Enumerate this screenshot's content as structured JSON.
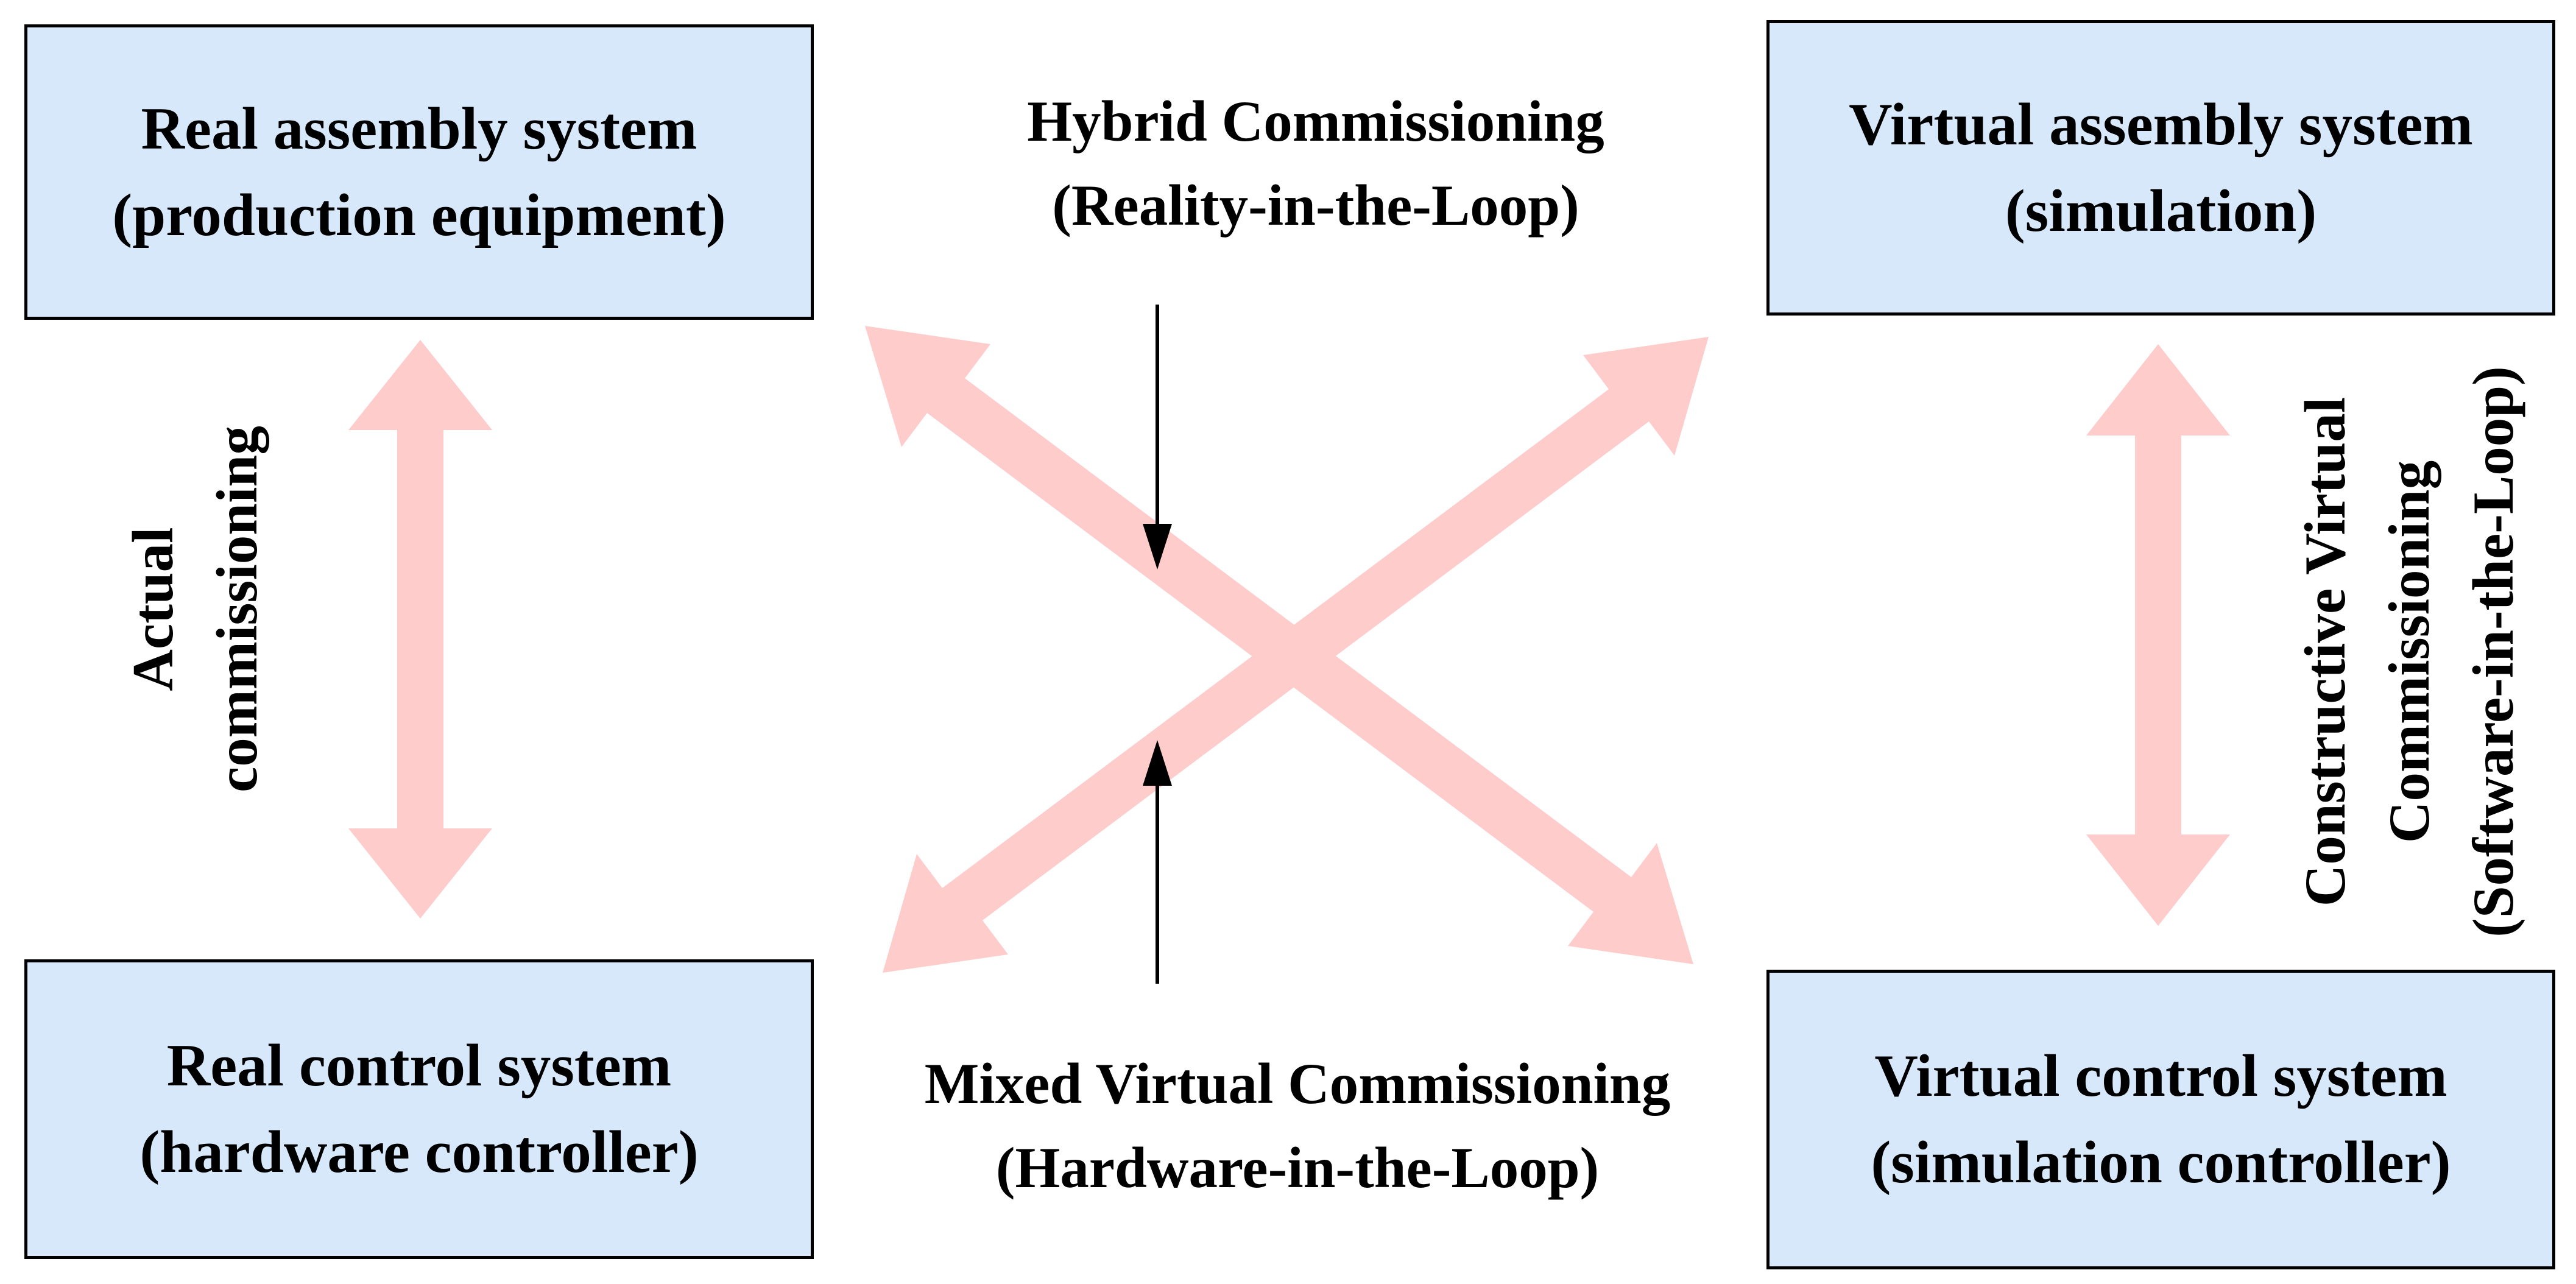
{
  "colors": {
    "box_fill": "#d6e8fa",
    "box_border": "#000000",
    "arrow_fill": "#ffcccc",
    "pointer_line": "#000000"
  },
  "boxes": {
    "real_assembly": {
      "line1": "Real assembly system",
      "line2": "(production equipment)"
    },
    "virtual_assembly": {
      "line1": "Virtual assembly system",
      "line2": "(simulation)"
    },
    "real_control": {
      "line1": "Real control system",
      "line2": "(hardware controller)"
    },
    "virtual_control": {
      "line1": "Virtual control system",
      "line2": "(simulation controller)"
    }
  },
  "labels": {
    "hybrid": {
      "line1": "Hybrid Commissioning",
      "line2": "(Reality-in-the-Loop)"
    },
    "mixed": {
      "line1": "Mixed Virtual Commissioning",
      "line2": "(Hardware-in-the-Loop)"
    },
    "actual": {
      "line1": "Actual",
      "line2": "commissioning"
    },
    "constructive": {
      "line1": "Constructive Virtual",
      "line2": "Commissioning",
      "line3": "(Software-in-the-Loop)"
    }
  }
}
